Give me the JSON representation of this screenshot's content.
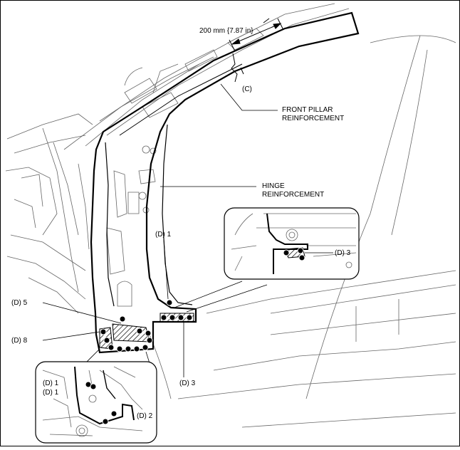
{
  "labels": {
    "dimension": "200 mm {7.87 in}",
    "cut_mark": "(C)",
    "front_pillar_line1": "FRONT PILLAR",
    "front_pillar_line2": "REINFORCEMENT",
    "hinge_line1": "HINGE",
    "hinge_line2": "REINFORCEMENT",
    "d1_main": "(D) 1",
    "d5": "(D) 5",
    "d8": "(D) 8",
    "d3_main": "(D) 3",
    "d3_inset": "(D) 3",
    "d1_inset_a": "(D) 1",
    "d1_inset_b": "(D) 1",
    "d2_inset": "(D) 2"
  },
  "colors": {
    "line": "#000000",
    "sketch": "#555555",
    "weld": "#000000",
    "background": "#ffffff"
  }
}
